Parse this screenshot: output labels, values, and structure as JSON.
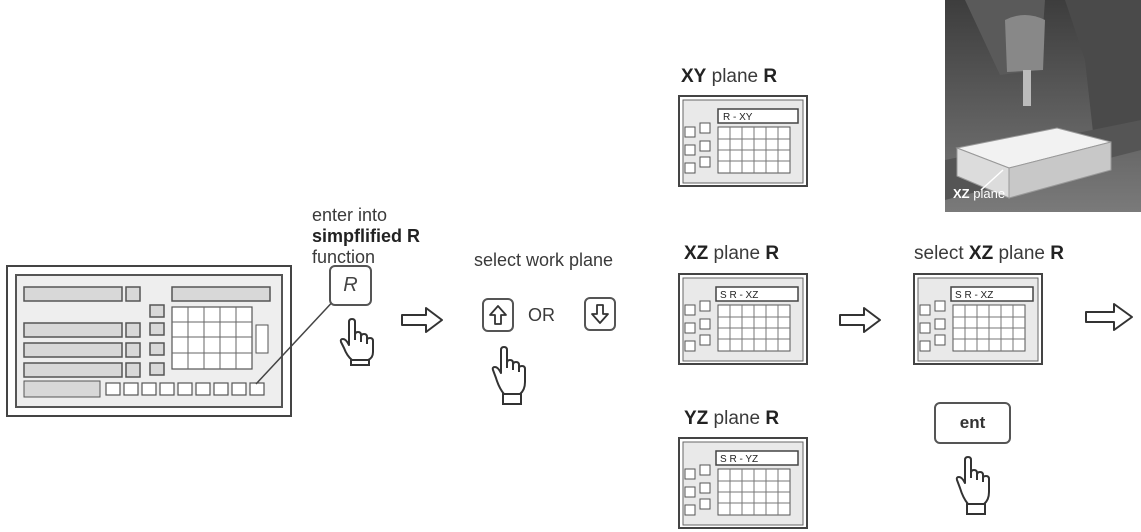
{
  "step1": {
    "line1": "enter into",
    "line2": "simpflified R",
    "line3": "function",
    "key_label": "R"
  },
  "step2": {
    "title": "select work plane",
    "or_label": "OR"
  },
  "planes": {
    "xy": {
      "title_bold": "XY",
      "title_rest": " plane ",
      "title_r": "R",
      "display": "R - XY"
    },
    "xz": {
      "title_bold": "XZ",
      "title_rest": " plane ",
      "title_r": "R",
      "display": "S R - XZ"
    },
    "yz": {
      "title_bold": "YZ",
      "title_rest": " plane ",
      "title_r": "R",
      "display": "S R - YZ"
    }
  },
  "step3": {
    "title_pre": "select ",
    "title_bold": "XZ",
    "title_rest": " plane ",
    "title_r": "R",
    "display": "S R - XZ",
    "ent_label": "ent"
  },
  "photo": {
    "bold": "XZ",
    "rest": " plane"
  },
  "colors": {
    "ink": "#333333",
    "panel_bg": "#e9e9e9",
    "photo_bg": "#5a5a5a"
  }
}
